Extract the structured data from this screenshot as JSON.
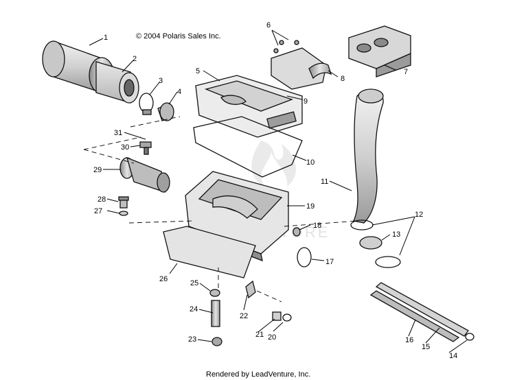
{
  "copyright": "© 2004 Polaris Sales Inc.",
  "footer": "Rendered by LeadVenture, Inc.",
  "watermark": "STORE",
  "callouts": [
    "1",
    "2",
    "3",
    "4",
    "5",
    "6",
    "7",
    "8",
    "9",
    "10",
    "11",
    "12",
    "13",
    "14",
    "15",
    "16",
    "17",
    "18",
    "19",
    "20",
    "21",
    "22",
    "23",
    "24",
    "25",
    "26",
    "27",
    "28",
    "29",
    "30",
    "31"
  ]
}
